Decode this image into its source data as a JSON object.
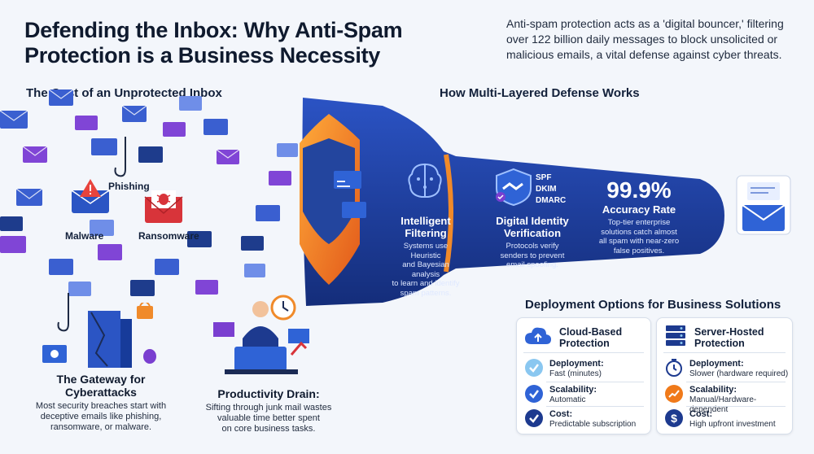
{
  "header": {
    "title_line1": "Defending the Inbox: Why Anti-Spam",
    "title_line2": "Protection is a Business Necessity",
    "intro": "Anti-spam protection acts as a 'digital bouncer,' filtering over 122 billion daily messages to block unsolicited or malicious emails, a vital defense against cyber threats."
  },
  "left": {
    "section_title": "The Cost of an Unprotected Inbox",
    "threats": {
      "phishing": "Phishing",
      "malware": "Malware",
      "ransomware": "Ransomware"
    },
    "gateway": {
      "title_line1": "The Gateway for",
      "title_line2": "Cyberattacks",
      "text_line1": "Most security breaches start with",
      "text_line2": "deceptive emails like phishing,",
      "text_line3": "ransomware, or malware."
    },
    "productivity": {
      "title": "Productivity Drain:",
      "text_line1": "Sifting through junk mail wastes",
      "text_line2": "valuable time better spent",
      "text_line3": "on core business tasks."
    }
  },
  "defense": {
    "section_title": "How Multi-Layered Defense Works",
    "filtering": {
      "title_line1": "Intelligent",
      "title_line2": "Filtering",
      "text_line1": "Systems use Heuristic",
      "text_line2": "and Bayesian analysis",
      "text_line3": "to learn and identify",
      "text_line4": "spam patterns."
    },
    "identity": {
      "title_line1": "Digital Identity",
      "title_line2": "Verification",
      "text_line1": "Protocols verify",
      "text_line2": "senders to prevent",
      "text_line3": "email spoofing.",
      "protocols": [
        "SPF",
        "DKIM",
        "DMARC"
      ]
    },
    "accuracy": {
      "value": "99.9%",
      "label": "Accuracy Rate",
      "text_line1": "Top-tier enterprise",
      "text_line2": "solutions catch almost",
      "text_line3": "all spam with near-zero",
      "text_line4": "false positives."
    }
  },
  "deployment": {
    "section_title": "Deployment Options for Business Solutions",
    "cloud": {
      "title_line1": "Cloud-Based",
      "title_line2": "Protection",
      "deploy_k": "Deployment:",
      "deploy_v": "Fast (minutes)",
      "scal_k": "Scalability:",
      "scal_v": "Automatic",
      "cost_k": "Cost:",
      "cost_v": "Predictable subscription"
    },
    "server": {
      "title_line1": "Server-Hosted",
      "title_line2": "Protection",
      "deploy_k": "Deployment:",
      "deploy_v": "Slower (hardware required)",
      "scal_k": "Scalability:",
      "scal_v": "Manual/Hardware-dependent",
      "cost_k": "Cost:",
      "cost_v": "High upfront investment"
    }
  },
  "colors": {
    "navy": "#1d3a8f",
    "blue": "#2f63d6",
    "orange": "#f07a1a",
    "purple": "#7a3fd0",
    "red": "#d8343a"
  },
  "icons": [
    "envelope-icon",
    "fishhook-icon",
    "warning-icon",
    "bug-icon",
    "shield-icon",
    "brain-icon",
    "handshake-icon",
    "cloud-icon",
    "server-icon",
    "check-icon",
    "timer-icon",
    "chart-icon",
    "dollar-icon",
    "lock-icon",
    "clock-icon",
    "laptop-icon",
    "person-icon"
  ]
}
